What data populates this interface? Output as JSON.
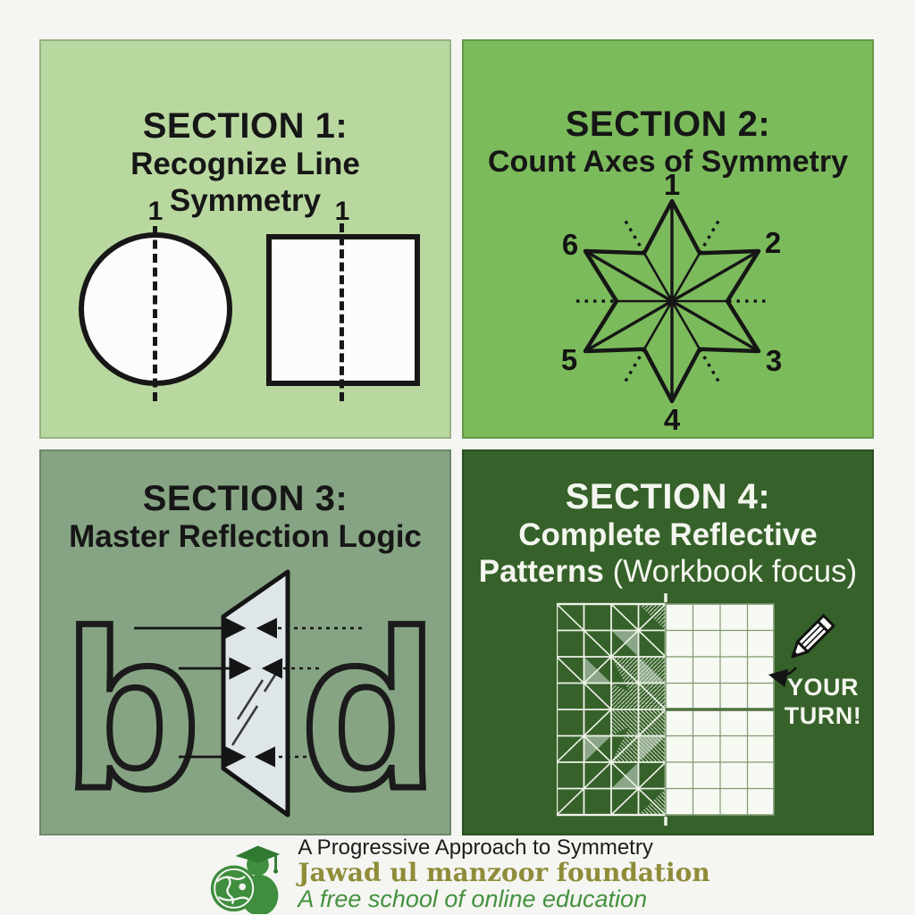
{
  "poster": {
    "sections": [
      {
        "name": "section-1",
        "title": "SECTION 1:",
        "subtitle_line1": "Recognize Line",
        "subtitle_line2": "Symmetry",
        "background": "#b9d8a0",
        "circle_axis_label": "1",
        "square_axis_label": "1"
      },
      {
        "name": "section-2",
        "title": "SECTION 2:",
        "subtitle_line1": "Count Axes of Symmetry",
        "background": "#7cbb5c",
        "axis_labels": [
          "1",
          "2",
          "3",
          "4",
          "5",
          "6"
        ]
      },
      {
        "name": "section-3",
        "title": "SECTION 3:",
        "subtitle_line1": "Master Reflection Logic",
        "background": "#86a483",
        "left_letter": "b",
        "right_letter": "d"
      },
      {
        "name": "section-4",
        "title": "SECTION 4:",
        "subtitle_line1": "Complete Reflective",
        "subtitle_line2_bold": "Patterns",
        "subtitle_line2_regular": " (Workbook focus)",
        "background": "#36612a",
        "cta_line1": "YOUR",
        "cta_line2": "TURN!"
      }
    ],
    "footer": {
      "tagline": "A Progressive Approach to Symmetry",
      "organization": "Jawad ul manzoor foundation",
      "subtitle": "A free school of online education"
    },
    "colors": {
      "page_background": "#f5f5f2",
      "panel1": "#b9d8a0",
      "panel2": "#7cbb5c",
      "panel3": "#86a483",
      "panel4": "#36612a",
      "ink": "#1b1b1b",
      "light_text": "#f3f6ee",
      "mirror_fill": "#dfe6ea",
      "footer_org": "#8f8c3a",
      "footer_green": "#44923f"
    }
  }
}
